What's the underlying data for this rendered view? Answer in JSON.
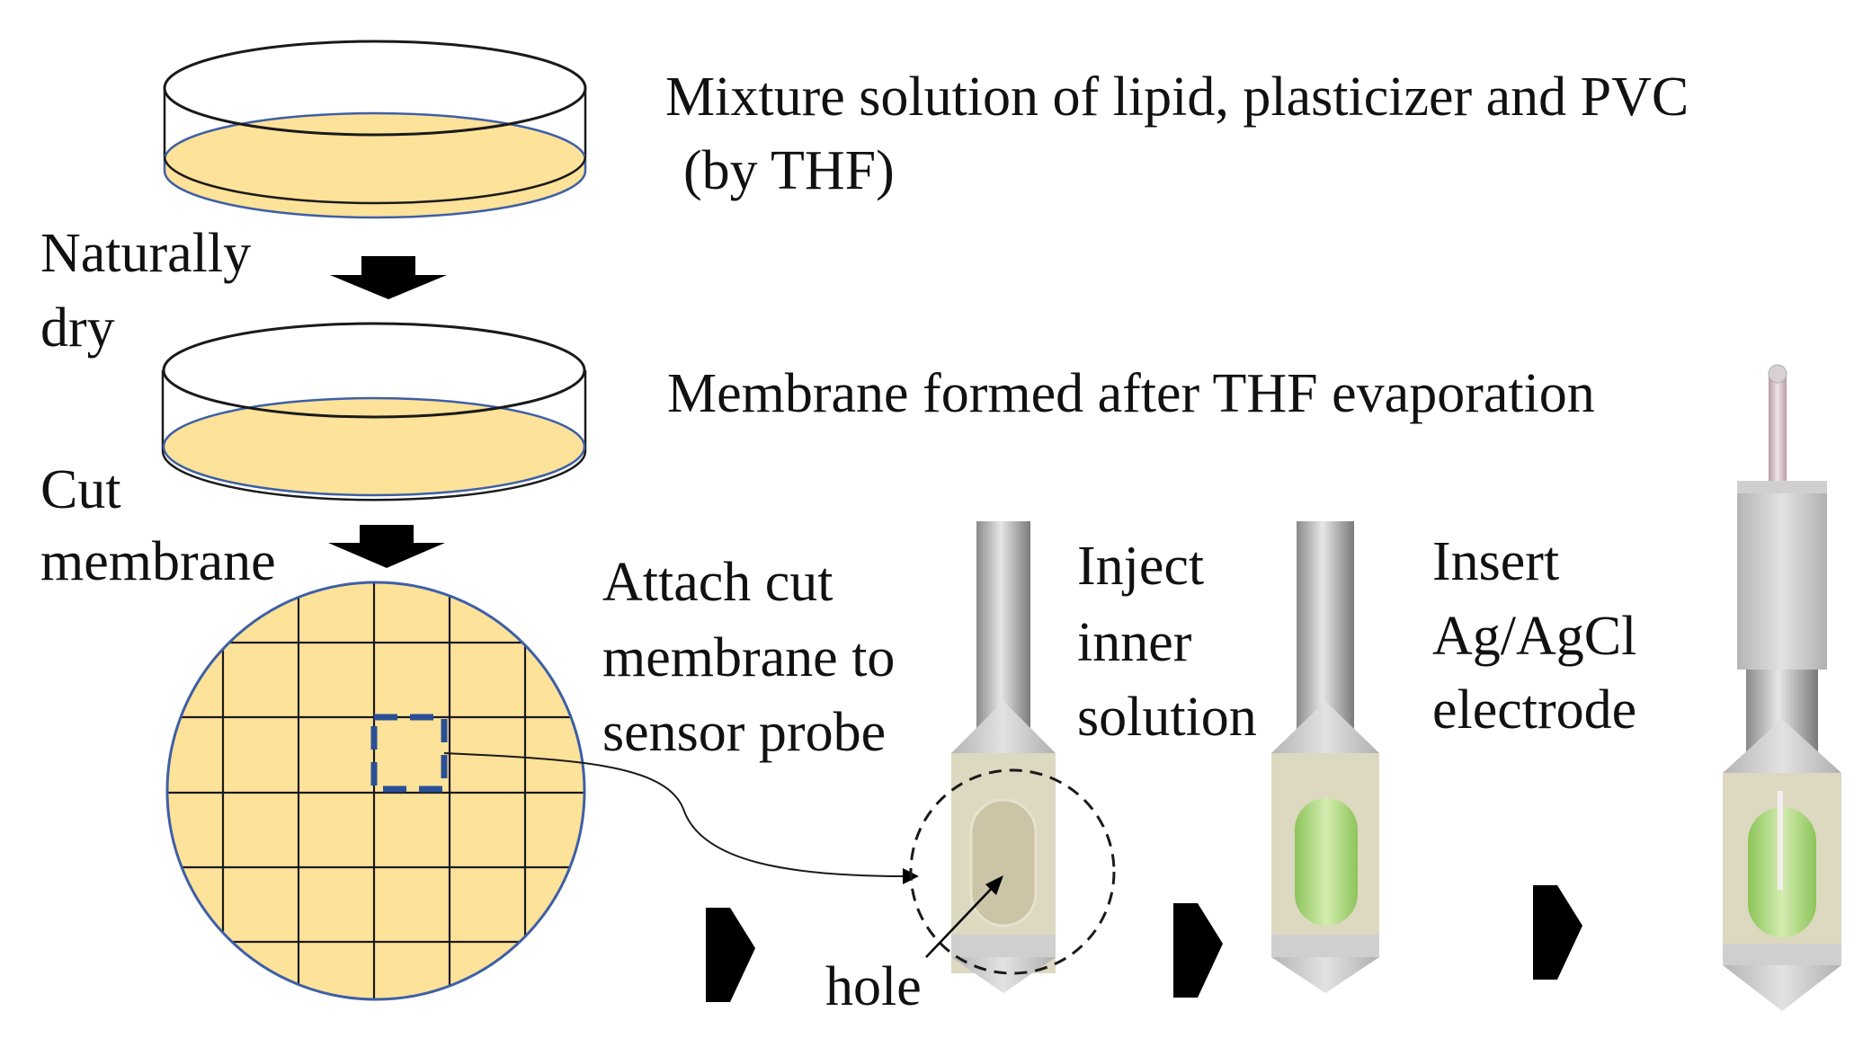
{
  "labels": {
    "mixture_line1": "Mixture solution of lipid, plasticizer and PVC",
    "mixture_line2": "(by THF)",
    "naturally_dry_line1": "Naturally",
    "naturally_dry_line2": "dry",
    "membrane_formed": "Membrane formed after THF evaporation",
    "cut_membrane_line1": "Cut",
    "cut_membrane_line2": "membrane",
    "attach_line1": "Attach cut",
    "attach_line2": "membrane to",
    "attach_line3": "sensor probe",
    "inject_line1": "Inject",
    "inject_line2": "inner",
    "inject_line3": "solution",
    "insert_line1": "Insert",
    "insert_line2": "Ag/AgCl",
    "insert_line3": "electrode",
    "hole": "hole"
  },
  "colors": {
    "membrane_fill": "#FDE29A",
    "dish_outline": "#1a1a1a",
    "liquid_edge": "#3d5fa6",
    "cut_square": "#2a4f96",
    "probe_gray": "#c9c9c9",
    "probe_band": "#ddd8c0",
    "inner_solution": "#a8d47a"
  }
}
